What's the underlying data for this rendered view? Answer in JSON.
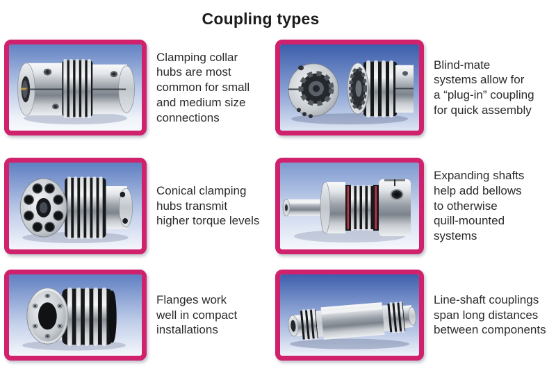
{
  "title": "Coupling types",
  "colors": {
    "frame_pink": "#d0226c",
    "caption_text": "#2b2b2b",
    "title_text": "#1c1c1c",
    "photo_background_blue_top": "#4a6cb4",
    "photo_background_bottom": "#f2f5fa",
    "bellows_black": "#17181a",
    "metal_silver": "#c6cacf",
    "red_band": "#c63246"
  },
  "panels": [
    {
      "id": "clamping-collar",
      "illustration": "bellows coupling with clamping collar hubs photo",
      "caption": "Clamping collar\nhubs are most\ncommon for small\nand medium size\nconnections"
    },
    {
      "id": "blind-mate",
      "illustration": "separated blind-mate coupling halves photo",
      "caption": "Blind-mate\nsystems allow for\na “plug-in” coupling\nfor quick assembly"
    },
    {
      "id": "conical-clamping",
      "illustration": "bellows coupling with conical clamping hub bolts photo",
      "caption": "Conical clamping\nhubs transmit\nhigher torque levels"
    },
    {
      "id": "expanding-shaft",
      "illustration": "bellows coupling with expanding shaft photo",
      "caption": "Expanding shafts\nhelp add bellows\nto otherwise\nquill-mounted\nsystems"
    },
    {
      "id": "flange",
      "illustration": "bellows coupling with bolt-hole flange photo",
      "caption": "Flanges work\nwell in compact\ninstallations"
    },
    {
      "id": "line-shaft",
      "illustration": "long line-shaft coupling with bellows at both ends photo",
      "caption": "Line-shaft couplings\nspan long distances\nbetween components"
    }
  ]
}
